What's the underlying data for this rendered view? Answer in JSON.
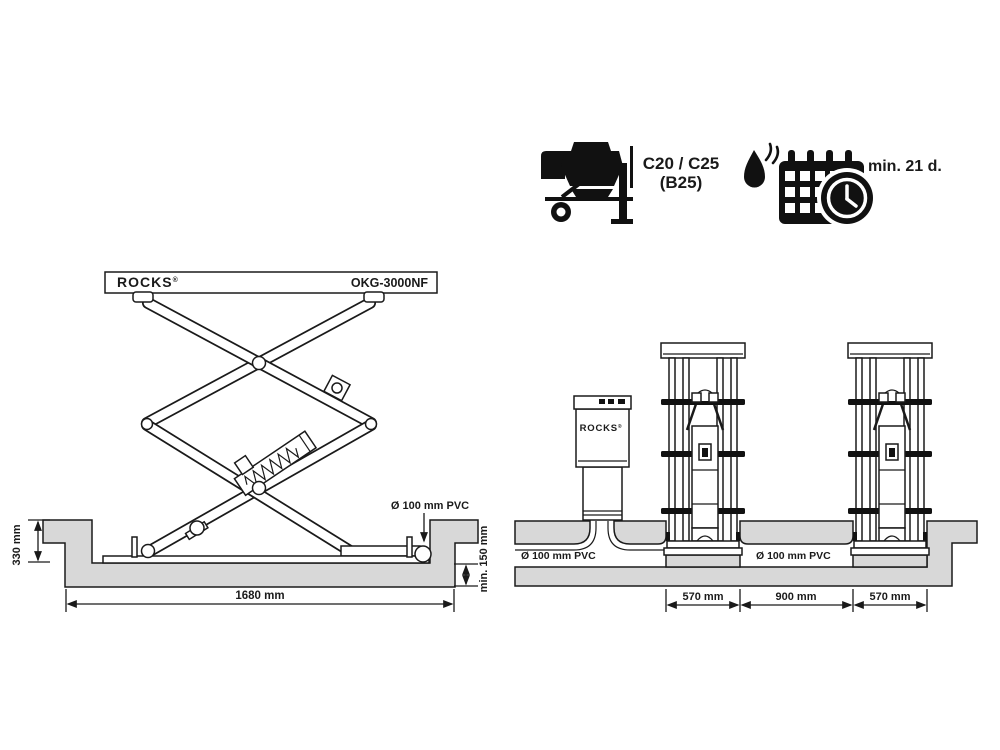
{
  "icons": {
    "mixer_label_line1": "C20 / C25",
    "mixer_label_line2": "(B25)",
    "curing_label": "min. 21 d."
  },
  "side_view": {
    "brand": "ROCKS",
    "brand_reg": "®",
    "model": "OKG-3000NF",
    "pipe_label": "Ø 100 mm PVC",
    "dim_pit_depth": "330 mm",
    "dim_slab_thickness": "min. 150 mm",
    "dim_pit_length": "1680 mm"
  },
  "front_view": {
    "box_brand": "ROCKS",
    "box_brand_reg": "®",
    "pipe_label_left": "Ø 100 mm PVC",
    "pipe_label_mid": "Ø 100 mm PVC",
    "dim_pit_left": "570 mm",
    "dim_gap": "900 mm",
    "dim_pit_right": "570 mm"
  },
  "colors": {
    "line": "#1a1a1a",
    "concrete": "#d8d8d8",
    "icon": "#111111",
    "background": "#ffffff"
  }
}
